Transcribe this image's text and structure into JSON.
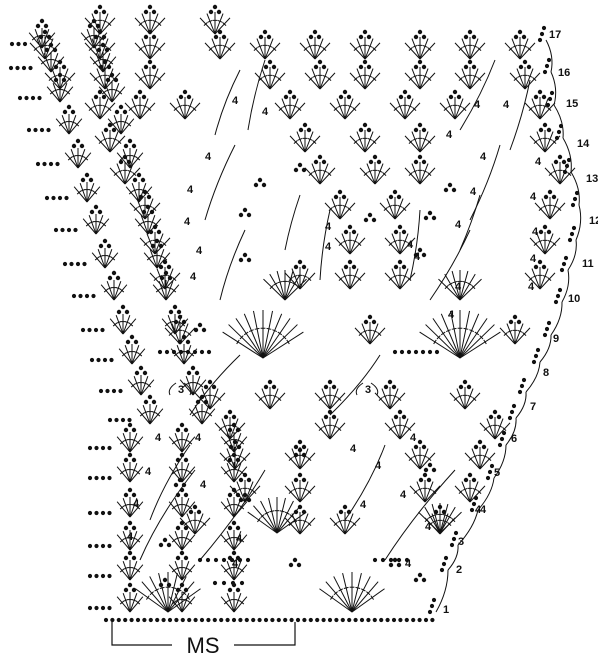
{
  "diagram": {
    "row_numbers": [
      "1",
      "2",
      "3",
      "4",
      "5",
      "6",
      "7",
      "8",
      "9",
      "10",
      "11",
      "12",
      "13",
      "14",
      "15",
      "16",
      "17"
    ],
    "chain_count_labels": [
      "4",
      "3"
    ],
    "legend": {
      "label": "MS"
    },
    "colors": {
      "ink": "#111111",
      "background": "#ffffff"
    }
  }
}
